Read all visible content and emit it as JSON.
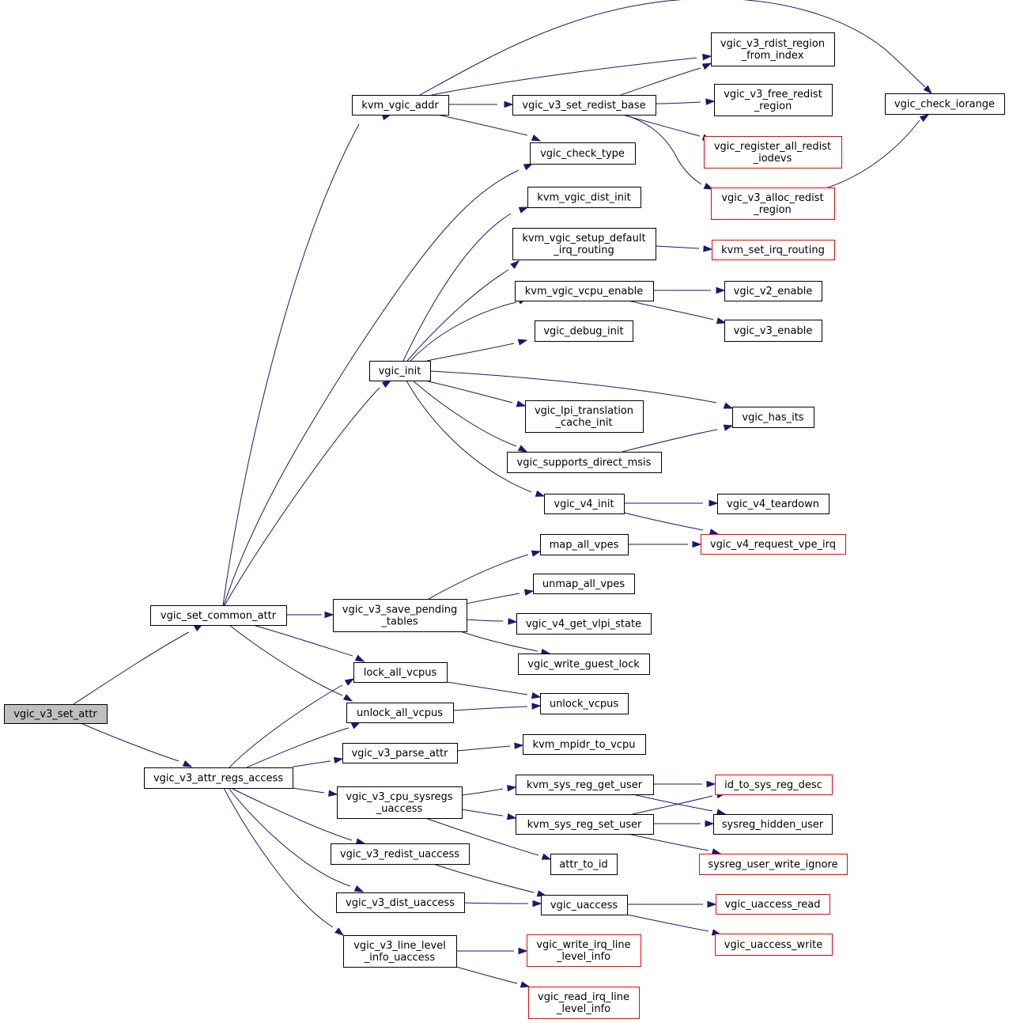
{
  "colors": {
    "edge": "#191970",
    "focus_fill": "#bfbfbf",
    "normal_border": "#000000",
    "truncated_border": "#ff0000",
    "node_fill": "#ffffff"
  },
  "nodes": {
    "n1": {
      "lines": [
        "vgic_v3_set_attr"
      ],
      "style": "focus"
    },
    "n2": {
      "lines": [
        "vgic_set_common_attr"
      ],
      "style": "normal"
    },
    "n3": {
      "lines": [
        "vgic_v3_attr_regs_access"
      ],
      "style": "normal"
    },
    "n4": {
      "lines": [
        "kvm_vgic_addr"
      ],
      "style": "normal"
    },
    "n5": {
      "lines": [
        "vgic_init"
      ],
      "style": "normal"
    },
    "n6": {
      "lines": [
        "vgic_v3_save_pending",
        "_tables"
      ],
      "style": "normal"
    },
    "n7": {
      "lines": [
        "lock_all_vcpus"
      ],
      "style": "normal"
    },
    "n8": {
      "lines": [
        "unlock_all_vcpus"
      ],
      "style": "normal"
    },
    "n9": {
      "lines": [
        "vgic_v3_parse_attr"
      ],
      "style": "normal"
    },
    "n10": {
      "lines": [
        "vgic_v3_cpu_sysregs",
        "_uaccess"
      ],
      "style": "normal"
    },
    "n11": {
      "lines": [
        "vgic_v3_redist_uaccess"
      ],
      "style": "normal"
    },
    "n12": {
      "lines": [
        "vgic_v3_dist_uaccess"
      ],
      "style": "normal"
    },
    "n13": {
      "lines": [
        "vgic_v3_line_level",
        "_info_uaccess"
      ],
      "style": "normal"
    },
    "n14": {
      "lines": [
        "vgic_v3_set_redist_base"
      ],
      "style": "normal"
    },
    "n15": {
      "lines": [
        "vgic_check_type"
      ],
      "style": "normal"
    },
    "n16": {
      "lines": [
        "kvm_vgic_dist_init"
      ],
      "style": "normal"
    },
    "n17": {
      "lines": [
        "kvm_vgic_setup_default",
        "_irq_routing"
      ],
      "style": "normal"
    },
    "n18": {
      "lines": [
        "kvm_vgic_vcpu_enable"
      ],
      "style": "normal"
    },
    "n19": {
      "lines": [
        "vgic_debug_init"
      ],
      "style": "normal"
    },
    "n20": {
      "lines": [
        "vgic_lpi_translation",
        "_cache_init"
      ],
      "style": "normal"
    },
    "n21": {
      "lines": [
        "vgic_supports_direct_msis"
      ],
      "style": "normal"
    },
    "n22": {
      "lines": [
        "vgic_v4_init"
      ],
      "style": "normal"
    },
    "n23": {
      "lines": [
        "map_all_vpes"
      ],
      "style": "normal"
    },
    "n24": {
      "lines": [
        "unmap_all_vpes"
      ],
      "style": "normal"
    },
    "n25": {
      "lines": [
        "vgic_v4_get_vlpi_state"
      ],
      "style": "normal"
    },
    "n26": {
      "lines": [
        "vgic_write_guest_lock"
      ],
      "style": "normal"
    },
    "n27": {
      "lines": [
        "unlock_vcpus"
      ],
      "style": "normal"
    },
    "n28": {
      "lines": [
        "kvm_mpidr_to_vcpu"
      ],
      "style": "normal"
    },
    "n29": {
      "lines": [
        "kvm_sys_reg_get_user"
      ],
      "style": "normal"
    },
    "n30": {
      "lines": [
        "kvm_sys_reg_set_user"
      ],
      "style": "normal"
    },
    "n31": {
      "lines": [
        "attr_to_id"
      ],
      "style": "normal"
    },
    "n32": {
      "lines": [
        "vgic_uaccess"
      ],
      "style": "normal"
    },
    "n33": {
      "lines": [
        "vgic_write_irq_line",
        "_level_info"
      ],
      "style": "truncated"
    },
    "n34": {
      "lines": [
        "vgic_read_irq_line",
        "_level_info"
      ],
      "style": "truncated"
    },
    "n35": {
      "lines": [
        "vgic_v3_rdist_region",
        "_from_index"
      ],
      "style": "normal"
    },
    "n36": {
      "lines": [
        "vgic_v3_free_redist",
        "_region"
      ],
      "style": "normal"
    },
    "n37": {
      "lines": [
        "vgic_register_all_redist",
        "_iodevs"
      ],
      "style": "truncated"
    },
    "n38": {
      "lines": [
        "vgic_v3_alloc_redist",
        "_region"
      ],
      "style": "truncated"
    },
    "n39": {
      "lines": [
        "vgic_check_iorange"
      ],
      "style": "normal"
    },
    "n40": {
      "lines": [
        "kvm_set_irq_routing"
      ],
      "style": "truncated"
    },
    "n41": {
      "lines": [
        "vgic_v2_enable"
      ],
      "style": "normal"
    },
    "n42": {
      "lines": [
        "vgic_v3_enable"
      ],
      "style": "normal"
    },
    "n43": {
      "lines": [
        "vgic_has_its"
      ],
      "style": "normal"
    },
    "n44": {
      "lines": [
        "vgic_v4_teardown"
      ],
      "style": "normal"
    },
    "n45": {
      "lines": [
        "vgic_v4_request_vpe_irq"
      ],
      "style": "truncated"
    },
    "n46": {
      "lines": [
        "id_to_sys_reg_desc"
      ],
      "style": "truncated"
    },
    "n47": {
      "lines": [
        "sysreg_hidden_user"
      ],
      "style": "normal"
    },
    "n48": {
      "lines": [
        "sysreg_user_write_ignore"
      ],
      "style": "truncated"
    },
    "n49": {
      "lines": [
        "vgic_uaccess_read"
      ],
      "style": "truncated"
    },
    "n50": {
      "lines": [
        "vgic_uaccess_write"
      ],
      "style": "truncated"
    }
  },
  "edges": [
    [
      "n1",
      "n2"
    ],
    [
      "n1",
      "n3"
    ],
    [
      "n2",
      "n4"
    ],
    [
      "n2",
      "n5"
    ],
    [
      "n2",
      "n6"
    ],
    [
      "n2",
      "n7"
    ],
    [
      "n2",
      "n8"
    ],
    [
      "n2",
      "n15"
    ],
    [
      "n3",
      "n7"
    ],
    [
      "n3",
      "n8"
    ],
    [
      "n3",
      "n9"
    ],
    [
      "n3",
      "n10"
    ],
    [
      "n3",
      "n11"
    ],
    [
      "n3",
      "n12"
    ],
    [
      "n3",
      "n13"
    ],
    [
      "n4",
      "n14"
    ],
    [
      "n4",
      "n15"
    ],
    [
      "n4",
      "n35"
    ],
    [
      "n4",
      "n39"
    ],
    [
      "n14",
      "n35"
    ],
    [
      "n14",
      "n36"
    ],
    [
      "n14",
      "n37"
    ],
    [
      "n14",
      "n38"
    ],
    [
      "n38",
      "n39"
    ],
    [
      "n5",
      "n16"
    ],
    [
      "n5",
      "n17"
    ],
    [
      "n5",
      "n18"
    ],
    [
      "n5",
      "n19"
    ],
    [
      "n5",
      "n20"
    ],
    [
      "n5",
      "n21"
    ],
    [
      "n5",
      "n22"
    ],
    [
      "n5",
      "n43"
    ],
    [
      "n17",
      "n40"
    ],
    [
      "n18",
      "n41"
    ],
    [
      "n18",
      "n42"
    ],
    [
      "n21",
      "n43"
    ],
    [
      "n22",
      "n44"
    ],
    [
      "n22",
      "n45"
    ],
    [
      "n6",
      "n23"
    ],
    [
      "n6",
      "n24"
    ],
    [
      "n6",
      "n25"
    ],
    [
      "n6",
      "n26"
    ],
    [
      "n23",
      "n45"
    ],
    [
      "n7",
      "n27"
    ],
    [
      "n8",
      "n27"
    ],
    [
      "n9",
      "n28"
    ],
    [
      "n10",
      "n29"
    ],
    [
      "n10",
      "n30"
    ],
    [
      "n10",
      "n31"
    ],
    [
      "n29",
      "n46"
    ],
    [
      "n29",
      "n47"
    ],
    [
      "n30",
      "n46"
    ],
    [
      "n30",
      "n47"
    ],
    [
      "n30",
      "n48"
    ],
    [
      "n11",
      "n32"
    ],
    [
      "n12",
      "n32"
    ],
    [
      "n32",
      "n49"
    ],
    [
      "n32",
      "n50"
    ],
    [
      "n13",
      "n33"
    ],
    [
      "n13",
      "n34"
    ]
  ]
}
